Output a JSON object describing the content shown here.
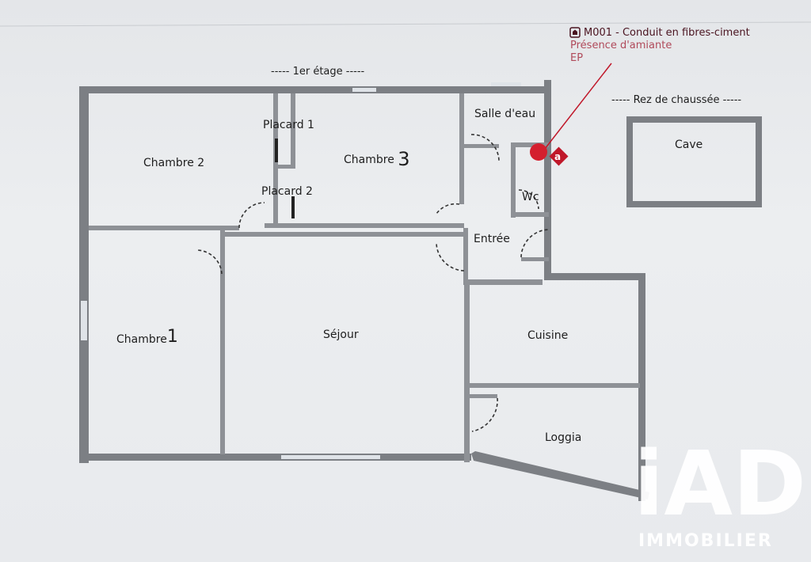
{
  "floors": {
    "upper": "----- 1er étage -----",
    "ground": "----- Rez de chaussée -----"
  },
  "rooms": {
    "chambre2": "Chambre 2",
    "placard1": "Placard 1",
    "placard2": "Placard 2",
    "chambre3": "Chambre",
    "chambre3_num": "3",
    "salle_eau": "Salle d'eau",
    "wc": "Wc",
    "entree": "Entrée",
    "chambre1": "Chambre",
    "chambre1_num": "1",
    "sejour": "Séjour",
    "cuisine": "Cuisine",
    "loggia": "Loggia",
    "cave": "Cave"
  },
  "annotation": {
    "code": "M001 - Conduit en fibres-ciment",
    "status": "Présence d'amiante",
    "type": "EP",
    "marker_letter": "a",
    "color": "#c0182a"
  },
  "brand": {
    "logo": "iAD",
    "subtitle": "IMMOBILIER"
  }
}
